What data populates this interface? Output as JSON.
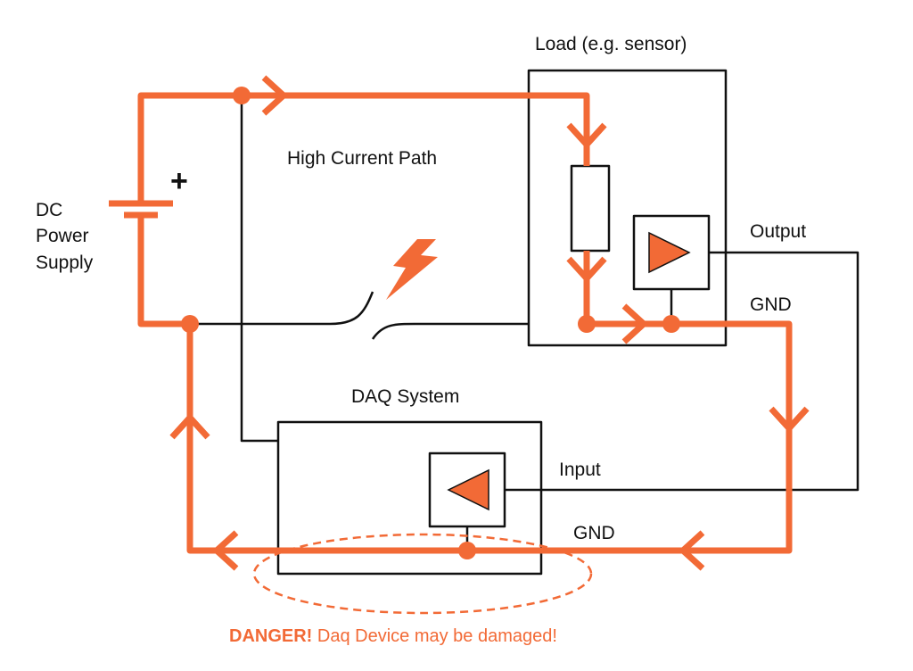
{
  "colors": {
    "current": "#f26a36",
    "wire": "#111111",
    "background": "#ffffff"
  },
  "labels": {
    "load": "Load (e.g. sensor)",
    "high_current_path": "High Current Path",
    "power_supply_line1": "DC",
    "power_supply_line2": "Power",
    "power_supply_line3": "Supply",
    "plus_sign": "+",
    "output": "Output",
    "gnd_load": "GND",
    "daq_system": "DAQ System",
    "input": "Input",
    "gnd_daq": "GND"
  },
  "warning": {
    "strong": "DANGER!",
    "text": " Daq Device may be damaged!"
  },
  "icons": {
    "surge": "lightning-bolt-icon",
    "output_amp": "amplifier-right-icon",
    "input_amp": "amplifier-left-icon",
    "resistor": "resistor-icon"
  }
}
